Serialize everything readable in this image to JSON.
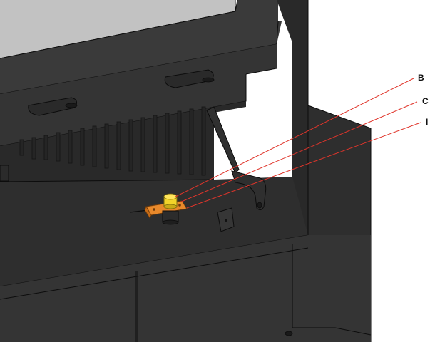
{
  "diagram": {
    "callouts": [
      {
        "id": "B",
        "label": "B"
      },
      {
        "id": "C",
        "label": "C"
      },
      {
        "id": "D",
        "label": "I"
      }
    ]
  },
  "colors": {
    "background": "#ffffff",
    "housing": "#333333",
    "housing_dark": "#262626",
    "edge_lines": "#0c0c0c",
    "leader_lines": "#e0352b",
    "bracket_orange": "#e8892b",
    "connector_yellow": "#f2d42a",
    "top_panel_gray": "#bdbdbd"
  },
  "icons": {
    "component_bracket": "orange-mounting-bracket",
    "component_connector": "yellow-cable-connector",
    "component_clip": "metal-clip"
  }
}
